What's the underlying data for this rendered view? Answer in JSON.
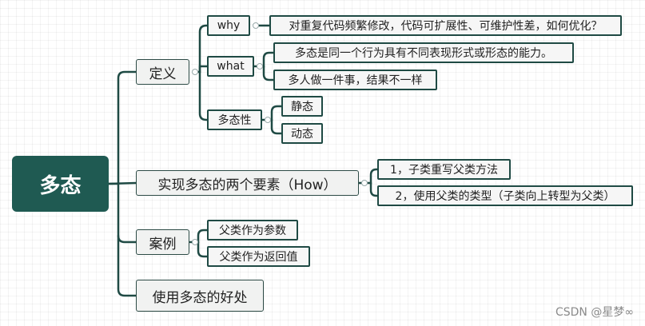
{
  "root": {
    "label": "多态"
  },
  "branches": {
    "definition": {
      "label": "定义",
      "why": {
        "label": "why",
        "detail": "对重复代码频繁修改，代码可扩展性、可维护性差，如何优化？"
      },
      "what": {
        "label": "what",
        "details": [
          "多态是同一个行为具有不同表现形式或形态的能力。",
          "多人做一件事，结果不一样"
        ]
      },
      "polymorphism": {
        "label": "多态性",
        "kinds": [
          "静态",
          "动态"
        ]
      }
    },
    "how": {
      "label": "实现多态的两个要素（How）",
      "items": [
        "1，子类重写父类方法",
        "2，使用父类的类型（子类向上转型为父类）"
      ]
    },
    "cases": {
      "label": "案例",
      "items": [
        "父类作为参数",
        "父类作为返回值"
      ]
    },
    "benefits": {
      "label": "使用多态的好处"
    }
  },
  "watermark": "CSDN @星梦∞",
  "colors": {
    "root_fill": "#1f5a52",
    "connector": "#1f4a44",
    "grid": "#eeeeee"
  }
}
